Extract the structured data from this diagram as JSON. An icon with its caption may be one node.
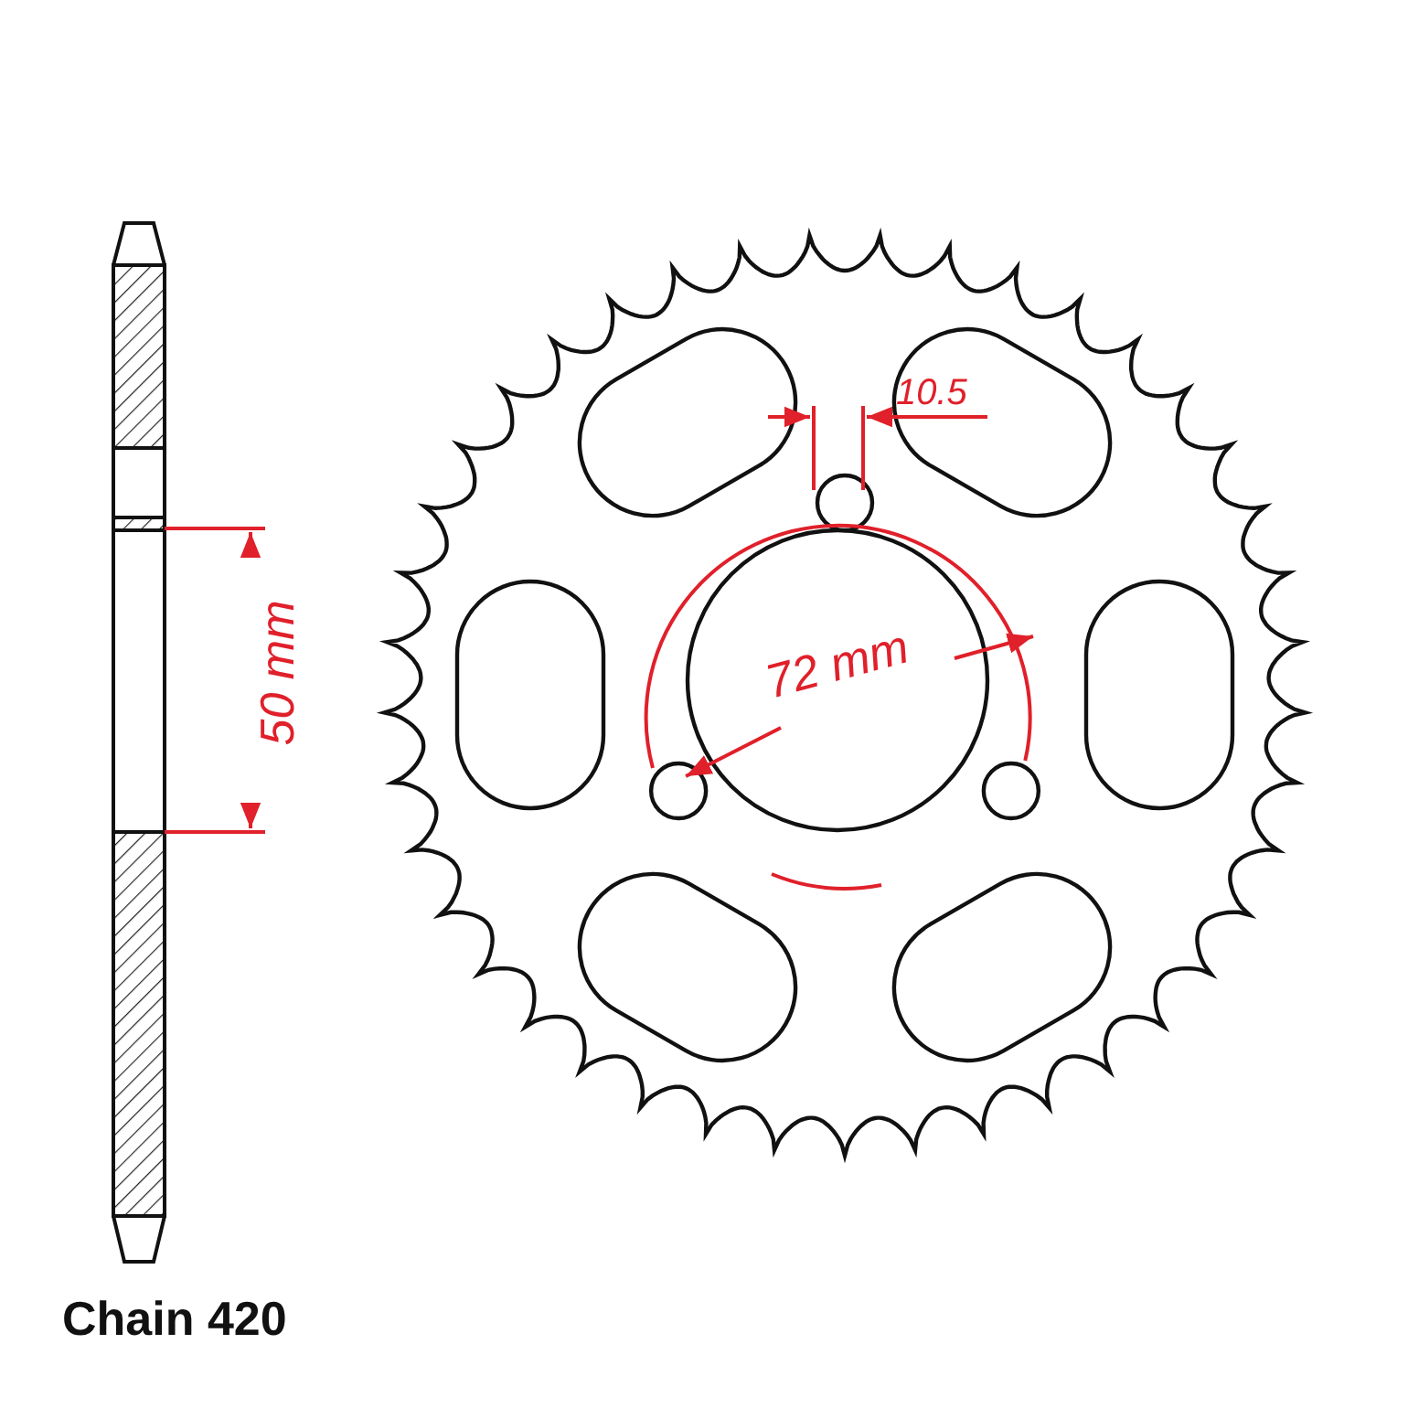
{
  "diagram": {
    "labels": [
      "10.5",
      "50 mm",
      "72 mm",
      "Chain 420"
    ]
  }
}
